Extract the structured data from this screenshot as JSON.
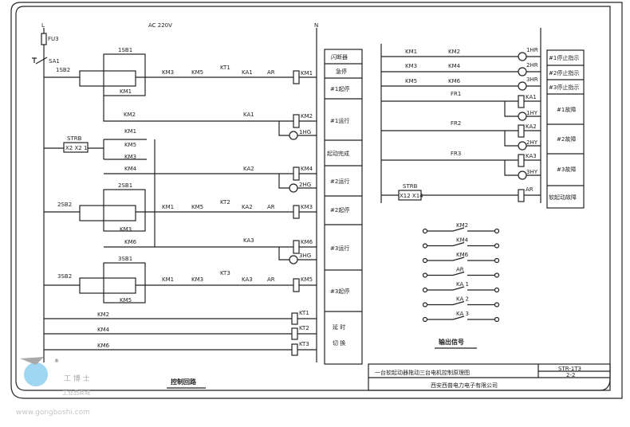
{
  "header": {
    "supply": "AC 220V",
    "phase_l": "L",
    "phase_n": "N",
    "fuse": "FU3",
    "switch": "SA1"
  },
  "left_circuit": {
    "title": "控制回路",
    "row1": {
      "stop": "1SB2",
      "start": "1SB1",
      "hold": "KM1",
      "series": [
        "KM3",
        "KM5",
        "KT1",
        "KA1",
        "AR"
      ],
      "coil": "KM1"
    },
    "row2": {
      "contact": "KM2",
      "ka": "KA1",
      "coil": "KM2",
      "lamp": "1HG"
    },
    "strb": {
      "label": "STRB",
      "terminals": "X2 X2 1",
      "contacts": [
        "KM1",
        "KM5",
        "KM3"
      ]
    },
    "row3": {
      "contact": "KM4",
      "ka": "KA2",
      "coil": "KM4",
      "lamp": "2HG"
    },
    "row4": {
      "stop": "2SB2",
      "start": "2SB1",
      "hold": "KM3",
      "series": [
        "KM1",
        "KM5",
        "KT2",
        "KA2",
        "AR"
      ],
      "coil": "KM3"
    },
    "row5": {
      "contact": "KM6",
      "ka": "KA3",
      "coil": "KM6",
      "lamp": "3HG"
    },
    "row6": {
      "stop": "3SB2",
      "start": "3SB1",
      "hold": "KM5",
      "series": [
        "KM1",
        "KM3",
        "KT3",
        "KA3",
        "AR"
      ],
      "coil": "KM5"
    },
    "timers": [
      {
        "contact": "KM2",
        "coil": "KT1"
      },
      {
        "contact": "KM4",
        "coil": "KT2"
      },
      {
        "contact": "KM6",
        "coil": "KT3"
      }
    ]
  },
  "left_labels": [
    "闪断器",
    "急停",
    "#1起停",
    "#1运行",
    "起动完成",
    "#2运行",
    "#2起停",
    "#3运行",
    "#3起停",
    "延 时",
    "切 换"
  ],
  "right_circuit": {
    "lamps": [
      {
        "c1": "KM1",
        "c2": "KM2",
        "lamp": "1HR",
        "label": "#1停止指示"
      },
      {
        "c1": "KM3",
        "c2": "KM4",
        "lamp": "2HR",
        "label": "#2停止指示"
      },
      {
        "c1": "KM5",
        "c2": "KM6",
        "lamp": "3HR",
        "label": "#3停止指示"
      }
    ],
    "faults": [
      {
        "fr": "FR1",
        "ka": "KA1",
        "lamp": "1HY",
        "label": "#1故障"
      },
      {
        "fr": "FR2",
        "ka": "KA2",
        "lamp": "2HY",
        "label": "#2故障"
      },
      {
        "fr": "FR3",
        "ka": "KA3",
        "lamp": "3HY",
        "label": "#3故障"
      }
    ],
    "strb": {
      "label": "STRB",
      "terminals": "X12 X14",
      "coil": "AR",
      "label_text": "软起动故障"
    }
  },
  "outputs": {
    "title": "输出信号",
    "items": [
      "KM2",
      "KM4",
      "KM6",
      "AR",
      "KA 1",
      "KA 2",
      "KA 3"
    ]
  },
  "title_block": {
    "title": "一台软起动器拖动三台电机控制原理图",
    "code": "STR-1T3",
    "page": "2-2",
    "company": "西安西普电力电子有限公司"
  },
  "watermark": {
    "brand": "工 博 士",
    "sub": "工业品商城",
    "url": "www.gongboshi.com",
    "reg": "®"
  }
}
